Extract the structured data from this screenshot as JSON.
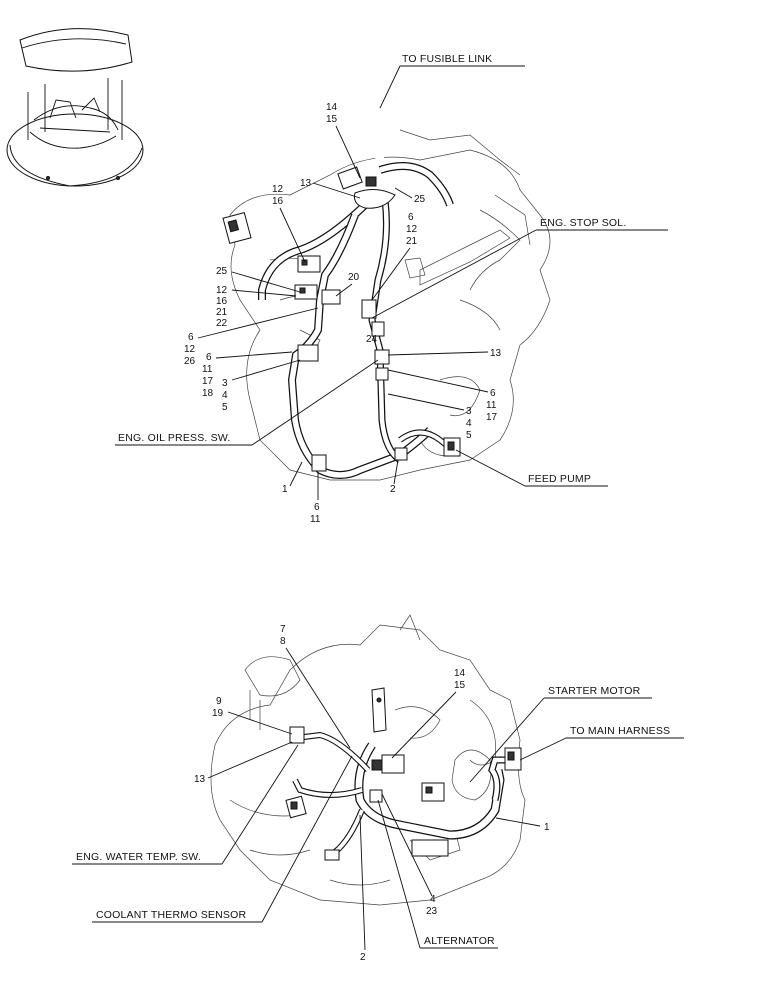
{
  "callouts_top": {
    "to_fusible_link": "TO FUSIBLE LINK",
    "eng_stop_sol": "ENG. STOP SOL.",
    "eng_oil_press_sw": "ENG. OIL PRESS. SW.",
    "feed_pump": "FEED PUMP"
  },
  "callouts_bottom": {
    "starter_motor": "STARTER MOTOR",
    "to_main_harness": "TO MAIN HARNESS",
    "eng_water_temp_sw": "ENG. WATER TEMP. SW.",
    "coolant_thermo_sensor": "COOLANT THERMO SENSOR",
    "alternator": "ALTERNATOR"
  },
  "part_numbers_top": [
    "14",
    "15",
    "13",
    "25",
    "12",
    "16",
    "6",
    "12",
    "21",
    "25",
    "12",
    "16",
    "21",
    "22",
    "20",
    "6",
    "12",
    "26",
    "24",
    "13",
    "6",
    "11",
    "17",
    "18",
    "3",
    "4",
    "5",
    "6",
    "11",
    "17",
    "3",
    "4",
    "5",
    "1",
    "2",
    "6",
    "11"
  ],
  "part_numbers_bottom": [
    "7",
    "8",
    "14",
    "15",
    "9",
    "19",
    "13",
    "1",
    "4",
    "23",
    "2"
  ]
}
